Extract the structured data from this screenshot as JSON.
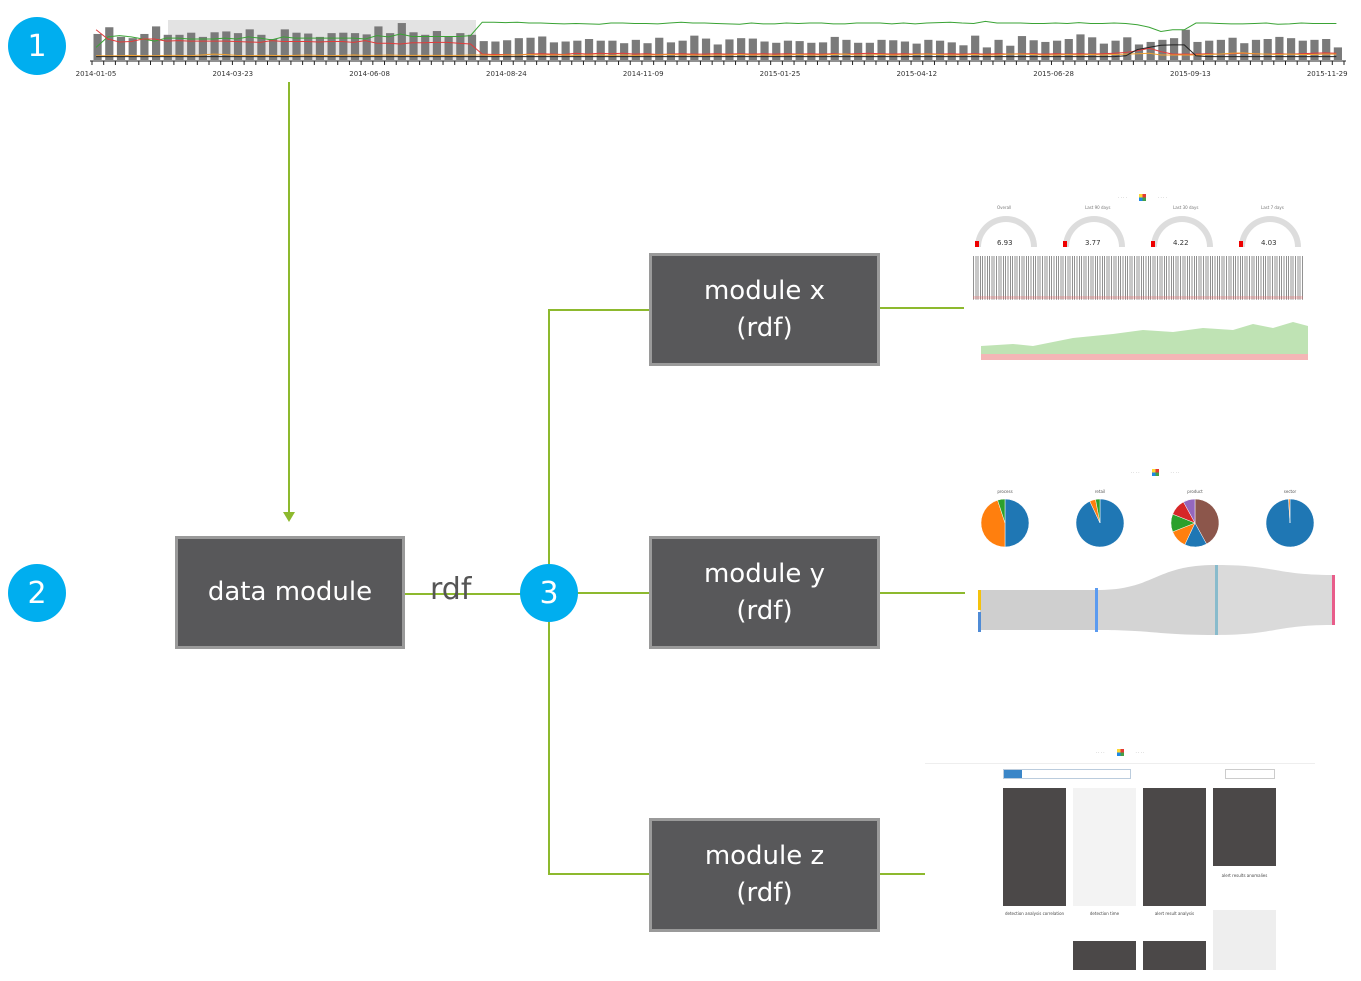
{
  "badges": [
    "1",
    "2",
    "3"
  ],
  "data_module": {
    "label": "data module"
  },
  "connector_label": "rdf",
  "modules": [
    {
      "name": "module x",
      "type": "(rdf)"
    },
    {
      "name": "module y",
      "type": "(rdf)"
    },
    {
      "name": "module z",
      "type": "(rdf)"
    }
  ],
  "colors": {
    "badge": "#00aeef",
    "connector": "#8db92e",
    "module_fill": "#58585a",
    "module_border": "#9a9a9a"
  },
  "chart_data": {
    "type": "bar",
    "title": "",
    "x_tick_labels": [
      "2014-01-05",
      "2014-03-23",
      "2014-06-08",
      "2014-08-24",
      "2014-11-09",
      "2015-01-25",
      "2015-04-12",
      "2015-06-28",
      "2015-09-13",
      "2015-11-29"
    ],
    "bar_values": [
      0.62,
      0.78,
      0.55,
      0.52,
      0.62,
      0.8,
      0.6,
      0.6,
      0.65,
      0.55,
      0.66,
      0.68,
      0.64,
      0.73,
      0.6,
      0.5,
      0.73,
      0.65,
      0.63,
      0.55,
      0.64,
      0.65,
      0.64,
      0.61,
      0.8,
      0.64,
      0.88,
      0.66,
      0.6,
      0.69,
      0.57,
      0.64,
      0.6,
      0.45,
      0.44,
      0.47,
      0.52,
      0.53,
      0.56,
      0.42,
      0.44,
      0.46,
      0.5,
      0.46,
      0.46,
      0.4,
      0.48,
      0.4,
      0.53,
      0.42,
      0.46,
      0.58,
      0.51,
      0.37,
      0.49,
      0.52,
      0.51,
      0.44,
      0.41,
      0.46,
      0.45,
      0.41,
      0.42,
      0.55,
      0.48,
      0.41,
      0.41,
      0.48,
      0.47,
      0.44,
      0.39,
      0.48,
      0.46,
      0.42,
      0.35,
      0.58,
      0.3,
      0.48,
      0.34,
      0.57,
      0.47,
      0.43,
      0.46,
      0.5,
      0.61,
      0.54,
      0.39,
      0.46,
      0.54,
      0.37,
      0.43,
      0.48,
      0.52,
      0.72,
      0.43,
      0.46,
      0.48,
      0.53,
      0.4,
      0.48,
      0.5,
      0.55,
      0.52,
      0.46,
      0.48,
      0.5,
      0.3
    ],
    "series": [
      {
        "name": "green",
        "color": "#3aa335",
        "values": [
          0.3,
          0.55,
          0.58,
          0.55,
          0.5,
          0.45,
          0.52,
          0.52,
          0.5,
          0.5,
          0.5,
          0.52,
          0.5,
          0.55,
          0.52,
          0.48,
          0.55,
          0.52,
          0.52,
          0.52,
          0.52,
          0.52,
          0.52,
          0.5,
          0.58,
          0.55,
          0.62,
          0.56,
          0.56,
          0.56,
          0.56,
          0.56,
          0.58,
          0.9,
          0.9,
          0.89,
          0.9,
          0.88,
          0.88,
          0.87,
          0.86,
          0.87,
          0.86,
          0.85,
          0.88,
          0.88,
          0.87,
          0.87,
          0.86,
          0.88,
          0.9,
          0.88,
          0.88,
          0.87,
          0.86,
          0.85,
          0.88,
          0.86,
          0.86,
          0.88,
          0.87,
          0.88,
          0.88,
          0.86,
          0.86,
          0.88,
          0.88,
          0.88,
          0.86,
          0.88,
          0.86,
          0.88,
          0.89,
          0.9,
          0.88,
          0.87,
          0.92,
          0.88,
          0.88,
          0.88,
          0.87,
          0.87,
          0.88,
          0.87,
          0.89,
          0.87,
          0.87,
          0.88,
          0.87,
          0.84,
          0.78,
          0.68,
          0.72,
          0.72,
          0.88,
          0.88,
          0.87,
          0.86,
          0.86,
          0.87,
          0.88,
          0.85,
          0.86,
          0.88,
          0.87,
          0.87,
          0.87
        ]
      },
      {
        "name": "red",
        "color": "#e23a3a",
        "values": [
          0.72,
          0.5,
          0.43,
          0.44,
          0.5,
          0.5,
          0.45,
          0.46,
          0.45,
          0.45,
          0.45,
          0.45,
          0.44,
          0.43,
          0.42,
          0.46,
          0.44,
          0.44,
          0.44,
          0.43,
          0.44,
          0.44,
          0.42,
          0.46,
          0.4,
          0.4,
          0.38,
          0.41,
          0.41,
          0.42,
          0.42,
          0.4,
          0.38,
          0.14,
          0.13,
          0.13,
          0.12,
          0.14,
          0.15,
          0.14,
          0.13,
          0.16,
          0.14,
          0.16,
          0.15,
          0.16,
          0.14,
          0.15,
          0.13,
          0.14,
          0.15,
          0.14,
          0.14,
          0.15,
          0.14,
          0.15,
          0.14,
          0.15,
          0.14,
          0.15,
          0.14,
          0.15,
          0.14,
          0.15,
          0.14,
          0.15,
          0.16,
          0.15,
          0.14,
          0.15,
          0.14,
          0.15,
          0.14,
          0.15,
          0.14,
          0.15,
          0.14,
          0.15,
          0.14,
          0.15,
          0.15,
          0.14,
          0.15,
          0.14,
          0.15,
          0.14,
          0.15,
          0.16,
          0.18,
          0.22,
          0.28,
          0.2,
          0.14,
          0.14,
          0.14,
          0.15,
          0.14,
          0.15,
          0.16,
          0.15,
          0.14,
          0.15,
          0.14,
          0.15,
          0.16,
          0.17,
          0.16
        ]
      },
      {
        "name": "orange",
        "color": "#f0a030",
        "values": [
          0.1,
          0.1,
          0.1,
          0.11,
          0.1,
          0.1,
          0.11,
          0.11,
          0.1,
          0.12,
          0.14,
          0.13,
          0.11,
          0.1,
          0.11,
          0.11,
          0.1,
          0.11,
          0.12,
          0.11,
          0.1,
          0.11,
          0.12,
          0.11,
          0.11,
          0.12,
          0.11,
          0.11,
          0.11,
          0.11,
          0.11,
          0.11,
          0.12,
          0.12,
          0.11,
          0.12,
          0.12,
          0.13,
          0.12,
          0.12,
          0.12,
          0.11,
          0.12,
          0.12,
          0.11,
          0.12,
          0.11,
          0.12,
          0.12,
          0.13,
          0.12,
          0.12,
          0.11,
          0.12,
          0.12,
          0.13,
          0.12,
          0.12,
          0.11,
          0.12,
          0.13,
          0.12,
          0.12,
          0.13,
          0.14,
          0.12,
          0.12,
          0.13,
          0.12,
          0.12,
          0.13,
          0.14,
          0.13,
          0.12,
          0.12,
          0.13,
          0.12,
          0.12,
          0.14,
          0.14,
          0.13,
          0.12,
          0.12,
          0.13,
          0.12,
          0.13,
          0.12,
          0.13,
          0.14,
          0.15,
          0.16,
          0.12,
          0.12,
          0.12,
          0.12,
          0.13,
          0.14,
          0.16,
          0.17,
          0.15,
          0.14,
          0.13,
          0.14,
          0.13,
          0.13,
          0.14,
          0.14
        ]
      },
      {
        "name": "black",
        "color": "#222222",
        "values": [
          0.08,
          0.08,
          0.08,
          0.08,
          0.08,
          0.08,
          0.08,
          0.08,
          0.08,
          0.08,
          0.08,
          0.08,
          0.08,
          0.08,
          0.08,
          0.08,
          0.08,
          0.08,
          0.08,
          0.08,
          0.08,
          0.08,
          0.08,
          0.08,
          0.08,
          0.08,
          0.08,
          0.08,
          0.08,
          0.08,
          0.08,
          0.08,
          0.08,
          0.08,
          0.08,
          0.08,
          0.08,
          0.08,
          0.08,
          0.08,
          0.08,
          0.08,
          0.08,
          0.08,
          0.08,
          0.08,
          0.08,
          0.08,
          0.08,
          0.08,
          0.08,
          0.08,
          0.08,
          0.08,
          0.08,
          0.08,
          0.08,
          0.08,
          0.08,
          0.08,
          0.08,
          0.08,
          0.08,
          0.08,
          0.08,
          0.08,
          0.08,
          0.08,
          0.08,
          0.08,
          0.08,
          0.08,
          0.08,
          0.08,
          0.08,
          0.08,
          0.08,
          0.08,
          0.08,
          0.08,
          0.08,
          0.08,
          0.08,
          0.08,
          0.08,
          0.08,
          0.08,
          0.08,
          0.1,
          0.25,
          0.3,
          0.35,
          0.36,
          0.36,
          0.1,
          0.08,
          0.08,
          0.08,
          0.08,
          0.08,
          0.08,
          0.08,
          0.08,
          0.08,
          0.08,
          0.08,
          0.08
        ]
      }
    ],
    "brush_selection": [
      "2014-02-09",
      "2014-08-17"
    ],
    "ylim": [
      0,
      1
    ]
  },
  "screenshots": {
    "x": {
      "gauges": [
        {
          "title": "Overall",
          "value": "6.93"
        },
        {
          "title": "Last 90 days",
          "value": "3.77"
        },
        {
          "title": "Last 30 days",
          "value": "4.22"
        },
        {
          "title": "Last 7 days",
          "value": "4.03"
        }
      ]
    },
    "y": {
      "pies": [
        {
          "title": "process",
          "slices": [
            0.5,
            0.45,
            0.05
          ]
        },
        {
          "title": "retail",
          "slices": [
            0.93,
            0.04,
            0.03
          ]
        },
        {
          "title": "product",
          "slices": [
            0.42,
            0.15,
            0.12,
            0.12,
            0.11,
            0.08
          ]
        },
        {
          "title": "sector",
          "slices": [
            0.99,
            0.01
          ]
        }
      ]
    },
    "z": {
      "cards": [
        {
          "caption": "detection analysis correlation"
        },
        {
          "caption": "detection time"
        },
        {
          "caption": "alert result analysis"
        },
        {
          "caption": "alert results anomalies"
        }
      ]
    }
  }
}
